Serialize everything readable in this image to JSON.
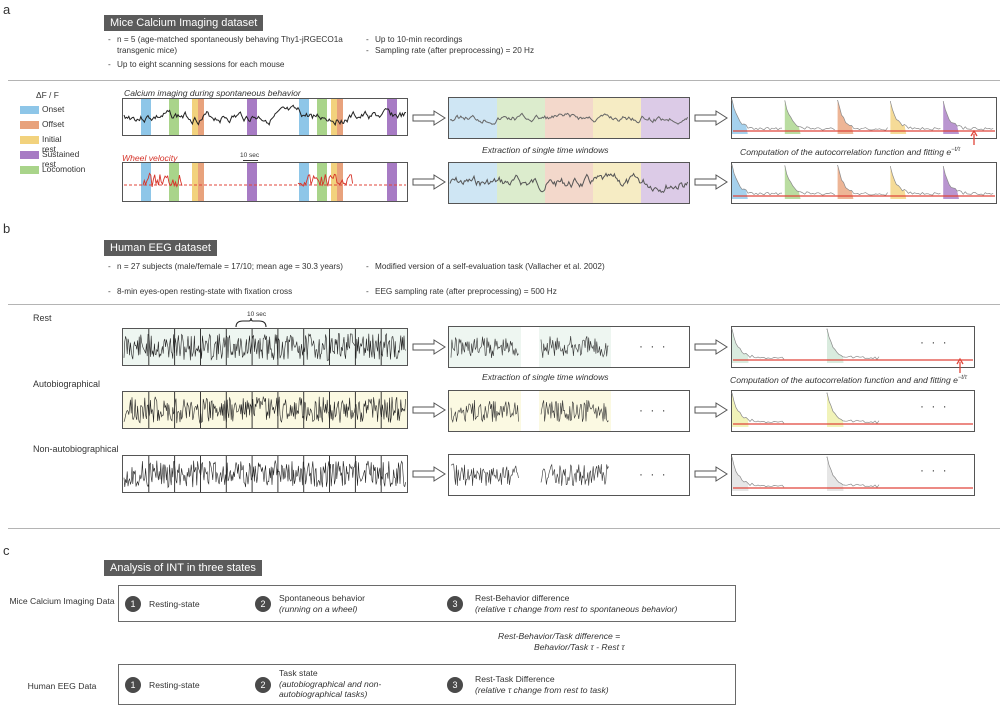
{
  "panel_a": {
    "letter": "a",
    "title": "Mice Calcium Imaging dataset",
    "bullets_left": [
      "n = 5 (age-matched spontaneously behaving Thy1-jRGECO1a transgenic mice)",
      "Up to eight scanning sessions for each mouse"
    ],
    "bullets_right": [
      "Up to 10-min recordings",
      "Sampling rate (after preprocessing) = 20 Hz"
    ],
    "legend_header": "ΔF / F",
    "legend": [
      {
        "label": "Onset",
        "color": "#8ec6e8"
      },
      {
        "label": "Offset",
        "color": "#e8a27c"
      },
      {
        "label": "Initial rest",
        "color": "#f2d27d"
      },
      {
        "label": "Sustained rest",
        "color": "#a77bc4"
      },
      {
        "label": "Locomotion",
        "color": "#a9d48a"
      }
    ],
    "calcium_caption": "Calcium imaging during spontaneous behavior",
    "wheel_caption": "Wheel velocity",
    "scale_label": "10 sec",
    "extraction_caption": "Extraction of single time windows",
    "autocorr_caption": "Computation of the autocorrelation function and fitting e",
    "exp_sup": "−t/τ"
  },
  "panel_b": {
    "letter": "b",
    "title": "Human EEG dataset",
    "bullets_left": [
      "n = 27 subjects (male/female = 17/10; mean age = 30.3 years)",
      "8-min eyes-open resting-state with fixation cross"
    ],
    "bullets_right": [
      "Modified version of a self-evaluation task (Vallacher et al. 2002)",
      "EEG sampling rate (after preprocessing) = 500 Hz"
    ],
    "states": [
      "Rest",
      "Autobiographical",
      "Non-autobiographical"
    ],
    "scale_label": "10 sec",
    "dots": "· · ·",
    "extraction_caption": "Extraction of single time windows",
    "autocorr_caption": "Computation of the autocorrelation function and and fitting e",
    "exp_sup": "−t/τ"
  },
  "panel_c": {
    "letter": "c",
    "title": "Analysis of INT in three states",
    "mice_label": "Mice Calcium Imaging Data",
    "human_label": "Human EEG Data",
    "mice_items": [
      {
        "num": "1",
        "title": "Resting-state",
        "sub": ""
      },
      {
        "num": "2",
        "title": "Spontaneous behavior",
        "sub": "(running on a wheel)"
      },
      {
        "num": "3",
        "title": "Rest-Behavior difference",
        "sub": "(relative τ change from rest to spontaneous behavior)"
      }
    ],
    "human_items": [
      {
        "num": "1",
        "title": "Resting-state",
        "sub": ""
      },
      {
        "num": "2",
        "title": "Task state",
        "sub": "(autobiographical and non-autobiographical tasks)"
      },
      {
        "num": "3",
        "title": "Rest-Task Difference",
        "sub": "(relative τ change from rest to task)"
      }
    ],
    "formula_line1": "Rest-Behavior/Task difference =",
    "formula_line2": "Behavior/Task τ  -  Rest τ"
  },
  "colors": {
    "onset": "#8ec6e8",
    "offset": "#e8a27c",
    "initial_rest": "#f2d27d",
    "sustained_rest": "#a77bc4",
    "locomotion": "#a9d48a",
    "fit_line": "#e0453a",
    "arrow": "#e0453a"
  }
}
